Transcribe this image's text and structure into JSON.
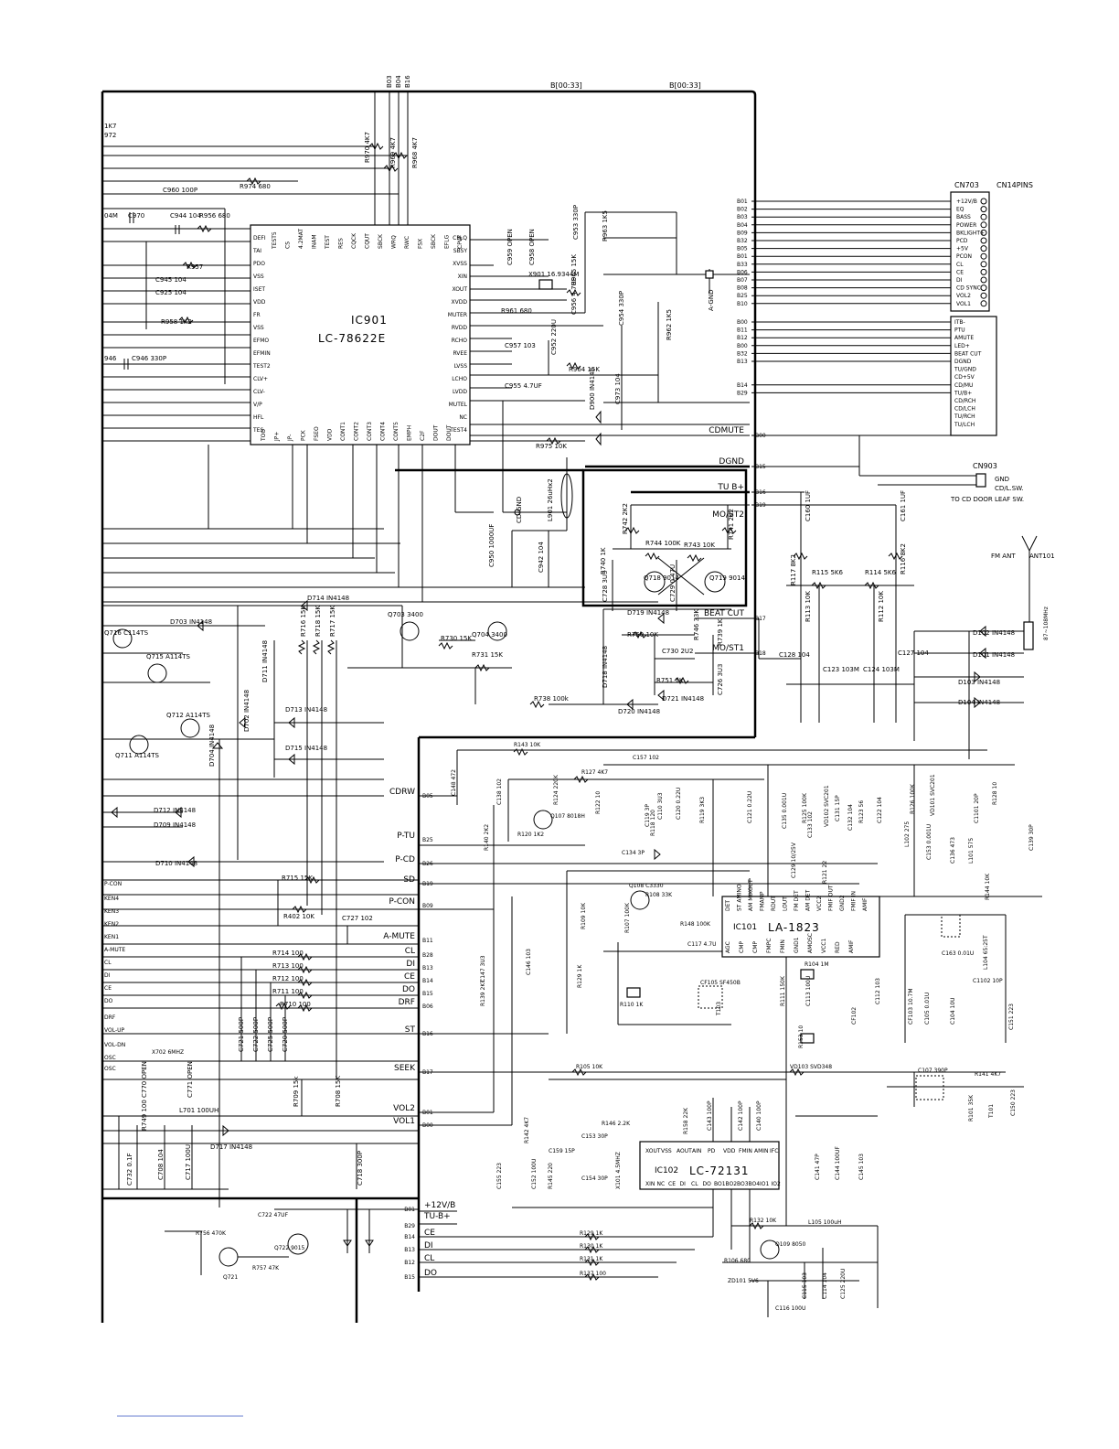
{
  "bus": {
    "label_a": "B[00:33]",
    "label_b": "B[00:33]",
    "left_nets": [
      "B03",
      "B04",
      "B16"
    ]
  },
  "ic901": {
    "ref": "IC901",
    "part": "LC-78622E",
    "left_pins": [
      "DEFI",
      "TAI",
      "PDO",
      "VSS",
      "ISET",
      "VDD",
      "FR",
      "VSS",
      "EFMO",
      "EFMIN",
      "TEST2",
      "CLV+",
      "CLV-",
      "V/P",
      "HFL",
      "TES"
    ],
    "right_pins": [
      "CPLQ",
      "SBSY",
      "XVSS",
      "XIN",
      "XOUT",
      "XVDD",
      "MUTER",
      "RVDD",
      "RCHO",
      "RVEE",
      "LVSS",
      "LCHO",
      "LVDD",
      "MUTEL",
      "NC",
      "TEST4"
    ],
    "top_pins": [
      "TEST5",
      "CS",
      "4.2MAT",
      "INAM",
      "TEST",
      "RES",
      "CQCK",
      "CQUT",
      "SBCK",
      "WRQ",
      "RWC",
      "FSX",
      "SBCK",
      "EFLG",
      "CPW"
    ],
    "bottom_pins": [
      "TOO",
      "JP+",
      "JP-",
      "PCK",
      "FSEO",
      "VDD",
      "CONT1",
      "CONT2",
      "CONT3",
      "CONT4",
      "CONT5",
      "EMPH",
      "C2F",
      "DOUT",
      "DOUT"
    ]
  },
  "ic101": {
    "ref": "IC101",
    "part": "LA-1823",
    "top_pins": [
      "DET",
      "ST AMINO",
      "AM MIXOUT",
      "FMAMP",
      "RDUT",
      "LOUT",
      "FM DET",
      "AM DET",
      "VCC2",
      "FMIF OUT",
      "GND2",
      "FMIF IN",
      "AMIF"
    ],
    "bottom_pins": [
      "AGC",
      "CMP",
      "CMP",
      "FMPC",
      "FMIN",
      "GND1",
      "AMOSC",
      "VCC1",
      "RED",
      "AMIF"
    ]
  },
  "ic102": {
    "ref": "IC102",
    "part": "LC-72131",
    "top_pins": [
      "XOUT",
      "VSS",
      "AOUT",
      "AIN",
      "PD",
      "VDD",
      "FMIN",
      "AMIN",
      "IFC"
    ],
    "bottom_pins": [
      "XIN",
      "NC",
      "CE",
      "DI",
      "CL",
      "DO",
      "BO1",
      "BO2",
      "BO3",
      "BO4",
      "IO1",
      "IO2"
    ]
  },
  "connector_cn703": {
    "ref": "CN703",
    "pins_title": "CN14PINS",
    "nets": [
      "B01",
      "B02",
      "B03",
      "B04",
      "B09",
      "B32",
      "B05",
      "B01",
      "B33",
      "B06",
      "B07",
      "B08",
      "B25",
      "B10"
    ],
    "signals": [
      "+12V/B",
      "EQ",
      "BASS",
      "POWER",
      "BKLIGHT+",
      "PCD",
      "+5V",
      "PCON",
      "CL",
      "CE",
      "DI",
      "CD SYNC",
      "VOL2",
      "VOL1"
    ]
  },
  "connector_cn705": {
    "nets": [
      "B00",
      "B11",
      "B12",
      "B00",
      "B32",
      "B13",
      "",
      "",
      "B14",
      "B29",
      "",
      "",
      ""
    ],
    "signals": [
      "ITB-",
      "PTU",
      "AMUTE",
      "LED+",
      "BEAT CUT",
      "DGND",
      "TU/GND",
      "CD+5V",
      "CD/MU",
      "TU/B+",
      "CD/RCH",
      "CD/LCH",
      "TU/RCH",
      "TU/LCH"
    ]
  },
  "connector_cn903": {
    "ref": "CN903",
    "signals": [
      "GND",
      "CD/L.SW."
    ],
    "note": "TO CD DOOR LEAF SW."
  },
  "antenna": {
    "label": "FM ANT",
    "ref": "ANT101",
    "filter": "87~108MHz"
  },
  "right_nets": [
    {
      "label": "CDMUTE",
      "net": "B00"
    },
    {
      "label": "DGND",
      "net": "B15"
    },
    {
      "label": "TU B+",
      "net": "B16"
    },
    {
      "label": "",
      "net": "B19"
    },
    {
      "label": "MO/ST2",
      "net": ""
    },
    {
      "label": "BEAT CUT",
      "net": "B17"
    },
    {
      "label": "MO/ST1",
      "net": "B18"
    }
  ],
  "left_nets": [
    {
      "label": "CDRW",
      "net": "B05"
    },
    {
      "label": "P-TU",
      "net": "B25"
    },
    {
      "label": "P-CD",
      "net": "B26"
    },
    {
      "label": "SD",
      "net": "B19"
    },
    {
      "label": "P-CON",
      "net": "B09"
    },
    {
      "label": "A-MUTE",
      "net": "B11"
    },
    {
      "label": "CL",
      "net": "B28"
    },
    {
      "label": "DI",
      "net": "B13"
    },
    {
      "label": "CE",
      "net": "B14"
    },
    {
      "label": "DO",
      "net": "B15"
    },
    {
      "label": "DRF",
      "net": "B06"
    },
    {
      "label": "ST",
      "net": "B16"
    },
    {
      "label": "SEEK",
      "net": "B17"
    },
    {
      "label": "VOL2",
      "net": "B01"
    },
    {
      "label": "VOL1",
      "net": "B00"
    }
  ],
  "bottom_nets": [
    {
      "label": "+12V/B",
      "net": "B01"
    },
    {
      "label": "TU-B+",
      "net": ""
    },
    {
      "label": "",
      "net": "B29"
    },
    {
      "label": "CE",
      "net": "B14"
    },
    {
      "label": "DI",
      "net": "B13"
    },
    {
      "label": "CL",
      "net": "B12"
    },
    {
      "label": "DO",
      "net": "B15"
    }
  ],
  "edge_labels": [
    "P-CON",
    "KEN4",
    "KEN3",
    "KEN2",
    "KEN1",
    "A-MUTE",
    "CL",
    "DI",
    "CE",
    "DO",
    "DRF",
    "VOL-UP",
    "VOL-DN",
    "OSC",
    "OSC"
  ],
  "components": {
    "r_top": [
      "R970 4K7",
      "R969 4K7",
      "R968 4K7",
      "R974 680",
      "R956 680",
      "R957",
      "R958 1K2"
    ],
    "c_top": [
      "C960 100P",
      "C944 104",
      "C945 104",
      "C925 104",
      "C970",
      "C946 330P"
    ],
    "cd_misc": [
      "X901 16.9344M",
      "C959 OPEN",
      "C958 OPEN",
      "C953 330P",
      "R963 1K5",
      "R965 15K",
      "C956 4.7UF",
      "R961 680",
      "C957 103",
      "C952 220U",
      "C954 330P",
      "R962 1K5",
      "R964 15K",
      "C955 4.7UF",
      "D900 IN4148",
      "C973 104",
      "R975 10K",
      "L901 26uHx2",
      "C950 1000UF",
      "C942 104",
      "CD-GND",
      "A-GND"
    ],
    "audio_sw": [
      "R742 2K2",
      "R741 2K2",
      "R744 100K",
      "R743 10K",
      "R740 1K",
      "C728 3U3",
      "Q718 9014",
      "Q719 9014",
      "C729 0.47U",
      "D719 IN4148",
      "R750 10K",
      "R746 33K",
      "R739 1K",
      "C730 2U2",
      "R751 1K",
      "D721 IN4148",
      "C726 3U3",
      "D718 IN4148",
      "R738 100k",
      "D720 IN4148"
    ],
    "tuner_front": [
      "C160 1UF",
      "C161 1UF",
      "R117 8K2",
      "R115 5K6",
      "R114 5K6",
      "R116 8K2",
      "R113 10K",
      "R112 10K",
      "C128 104",
      "C123 103M",
      "C124 103M",
      "C127 104",
      "D102 IN4148",
      "D101 IN4148",
      "D103 IN4148",
      "D104 IN4148"
    ],
    "key_section": [
      "D714 IN4148",
      "D703 IN4148",
      "Q716 C114TS",
      "Q715 A114TS",
      "Q712 A114TS",
      "Q711 A114TS",
      "Q703 3400",
      "Q704 3400",
      "R730 15K",
      "R731 15K",
      "R716 15K",
      "R718 15K",
      "R717 15K",
      "D711 IN4148",
      "D702 IN4148",
      "D713 IN4148",
      "D715 IN4148",
      "D704 IN4148",
      "D712 IN4148",
      "D709 IN4148",
      "D710 IN4148"
    ],
    "tuner_ic": [
      "R143 10K",
      "C148 472",
      "C138 102",
      "R124 220K",
      "R127 4K7",
      "C157 102",
      "Q107 8018H",
      "R120 1K2",
      "R122 10",
      "C119 3P",
      "C110 3U3",
      "C120 0.22U",
      "C121 0.22U",
      "R119 3K3",
      "C134 3P",
      "R118 120",
      "C135 0.001U",
      "R125 100K",
      "VD102 SVC201",
      "C131 15P",
      "C132 104",
      "R123 56",
      "C133 102",
      "C122 104",
      "R126 100K",
      "VD101 SVC201",
      "C1101 20P",
      "R128 10",
      "C139 30P",
      "L102 275",
      "C153 0.001U",
      "C136 473",
      "L101 575",
      "C129 10/25V",
      "R121 22",
      "Q108 C3330",
      "R108 33K",
      "R148 100K",
      "R109 10K",
      "R107 100K",
      "C117 4.7U",
      "R129 1K",
      "R110 1K",
      "CF105 SF450B",
      "T103",
      "R111 150K",
      "R104 1M",
      "CF102",
      "C112 103",
      "C113 100U",
      "R153 10",
      "CF103 10.7M",
      "C105 0.01U",
      "C104 10U",
      "C163 0.01U",
      "L104 65:25T",
      "C1102 10P",
      "C151 223",
      "R144 10K",
      "VD103 SVD348",
      "R141 4K7",
      "C107 390P",
      "T101",
      "R101 35K",
      "C150 223",
      "C159 15P"
    ],
    "pll": [
      "R140 2K2",
      "C147 3U3",
      "C146 103",
      "R139 2K7",
      "R105 10K",
      "R142 4K7",
      "C155 223",
      "C152 100U",
      "R145 220",
      "C153 30P",
      "C154 30P",
      "X101 4.5MHZ",
      "R146 2.2K",
      "R158 22K",
      "C143 100P",
      "C142 100P",
      "C140 100P",
      "C141 47P",
      "C144 100UF",
      "C145 103",
      "R132 10K",
      "L105 100uH",
      "R129 1K",
      "R130 1K",
      "R131 1K",
      "R137 100",
      "Q109 8050",
      "R106 680",
      "ZD101 5V6",
      "C115 103",
      "C114 104",
      "C125 220U",
      "C116 100U"
    ],
    "lower_left": [
      "R715 15K",
      "R402 10K",
      "C727 102",
      "R714 100",
      "R713 100",
      "R712 100",
      "R711 100",
      "R710 100",
      "C721 500P",
      "C722 500P",
      "C725 500P",
      "C720 500P",
      "R709 15k",
      "R708 15K",
      "X702 6MHZ",
      "C770 OPEN",
      "C771 OPEN",
      "L701 100UH",
      "R749 100",
      "D717 IN4148",
      "C732 0.1F",
      "C708 104",
      "C717 100U",
      "C718 300P",
      "C722 47UF",
      "Q721",
      "Q722 9015",
      "R756 470K",
      "R757 47K"
    ],
    "top_left": [
      "1K7",
      "972",
      "04M",
      "946"
    ]
  }
}
